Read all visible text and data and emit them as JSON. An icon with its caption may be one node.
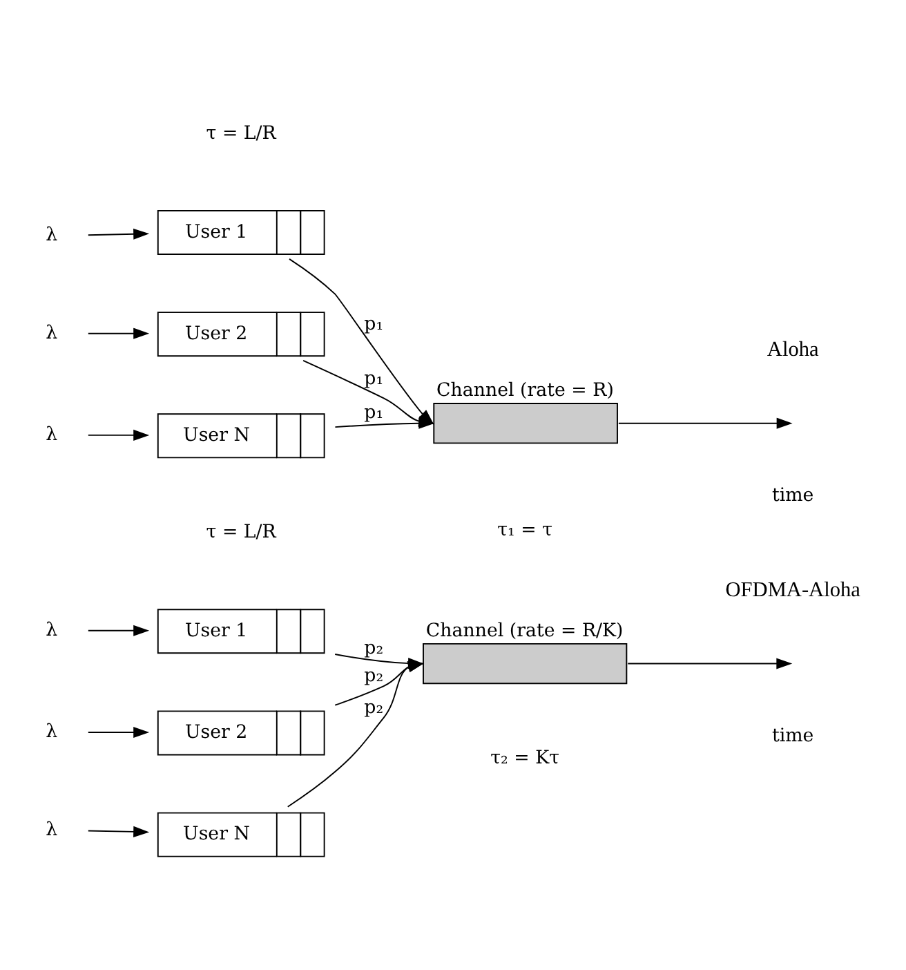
{
  "diagram": {
    "nodes": [
      {
        "text": [
          "λ"
        ]
      },
      {
        "text": [
          "User 1"
        ]
      },
      {
        "text": [
          "λ"
        ]
      },
      {
        "text": [
          "User 2"
        ]
      },
      {
        "text": [
          "λ"
        ]
      },
      {
        "text": [
          "User N"
        ]
      },
      {
        "text": [],
        "shape": "box",
        "beside": [
          "Channel (rate = R)"
        ]
      },
      {
        "text": [
          "λ"
        ]
      },
      {
        "text": [
          "User 1"
        ]
      },
      {
        "text": [
          "λ"
        ]
      },
      {
        "text": [
          "User 2"
        ]
      },
      {
        "text": [
          "λ"
        ]
      },
      {
        "text": [
          "User N"
        ]
      },
      {
        "text": [],
        "shape": "box",
        "beside": [
          "Channel (rate = R/K)"
        ]
      }
    ],
    "edges": [
      {
        "from": 0,
        "to": 1,
        "arrow": "to"
      },
      {
        "from": 2,
        "to": 3,
        "arrow": "to"
      },
      {
        "from": 4,
        "to": 5,
        "arrow": "to"
      },
      {
        "from": 1,
        "to": 6,
        "arrow": "to",
        "label": "p₁"
      },
      {
        "from": 3,
        "to": 6,
        "arrow": "to",
        "label": "p₁"
      },
      {
        "from": 5,
        "to": 6,
        "arrow": "to",
        "label": "p₁"
      },
      {
        "from": 6,
        "to": null,
        "arrow": "to"
      },
      {
        "from": 7,
        "to": 8,
        "arrow": "to"
      },
      {
        "from": 9,
        "to": 10,
        "arrow": "to"
      },
      {
        "from": 11,
        "to": 12,
        "arrow": "to"
      },
      {
        "from": 8,
        "to": 13,
        "arrow": "to",
        "label": "p₂"
      },
      {
        "from": 10,
        "to": 13,
        "arrow": "to",
        "label": "p₂"
      },
      {
        "from": 12,
        "to": 13,
        "arrow": "to",
        "label": "p₂"
      },
      {
        "from": 13,
        "to": null,
        "arrow": "to"
      }
    ],
    "labels": [
      "τ = L/R",
      "Aloha",
      "time",
      "τ₁ = τ",
      "τ = L/R",
      "OFDMA-Aloha",
      "time",
      "τ₂ = Kτ"
    ]
  }
}
